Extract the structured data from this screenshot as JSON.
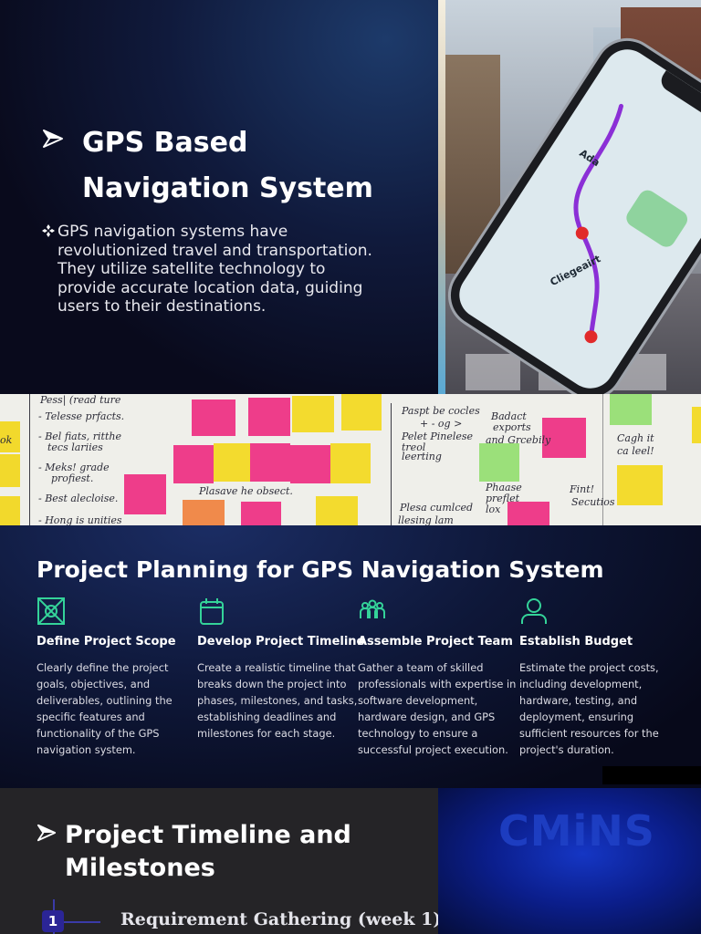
{
  "slide1": {
    "title": "GPS Based Navigation System",
    "description": "GPS navigation systems have revolutionized travel and transportation. They utilize satellite technology to provide accurate location data, guiding users to their destinations.",
    "map_labels": [
      "Ada",
      "Cliegeairt"
    ]
  },
  "notes_board": {
    "left_items": [
      "Pess| (read ture",
      "- Telesse prfacts.",
      "- Bel fiats, ritthe",
      "tecs lariies",
      "- Meks! grade",
      "profiest.",
      "- Best alecloise.",
      "- Hong is unities"
    ],
    "middle_items": [
      "Plasave he obsect.",
      "Paspt be cocles",
      "+ - og >",
      "Pelet  Pinelese",
      "treol",
      "leerting",
      "Plesa cumlced",
      "llesing lam"
    ],
    "right_items": [
      "Badact",
      "exports",
      "and Grcebily",
      "Phaase",
      "preflet",
      "lox",
      "Cagh it",
      "ca leel!",
      "Fint!",
      "Secutios"
    ],
    "edge_label": "ok"
  },
  "slide2": {
    "title": "Project Planning for GPS Navigation System",
    "columns": [
      {
        "icon": "scope-icon",
        "heading": "Define Project Scope",
        "body": "Clearly define the project goals, objectives, and deliverables, outlining the specific features and functionality of the GPS navigation system."
      },
      {
        "icon": "calendar-icon",
        "heading": "Develop Project Timeline",
        "body": "Create a realistic timeline that breaks down the project into phases, milestones, and tasks, establishing deadlines and milestones for each stage."
      },
      {
        "icon": "team-icon",
        "heading": "Assemble Project Team",
        "body": "Gather a team of skilled professionals with expertise in software development, hardware design, and GPS technology to ensure a successful project execution."
      },
      {
        "icon": "person-icon",
        "heading": "Establish Budget",
        "body": "Estimate the project costs, including development, hardware, testing, and deployment, ensuring sufficient resources for the project's duration."
      }
    ],
    "accent_color": "#34d399"
  },
  "slide3": {
    "title": "Project Timeline and Milestones",
    "milestone": {
      "number": "1",
      "label": "Requirement Gathering (week 1)"
    },
    "logo_text": "CMiNS"
  }
}
